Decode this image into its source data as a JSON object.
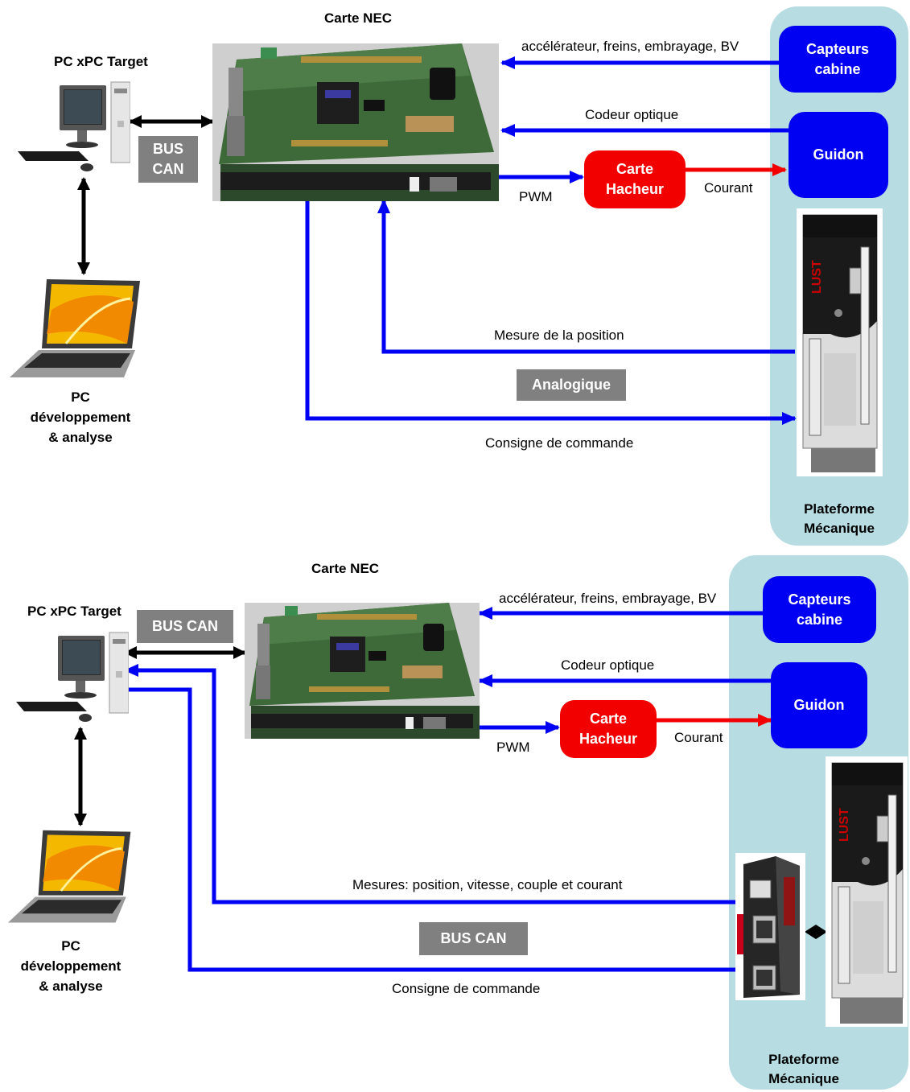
{
  "diagram1": {
    "card_title": "Carte NEC",
    "pc_target_label": "PC xPC Target",
    "bus_can": [
      "BUS",
      "CAN"
    ],
    "pc_dev": [
      "PC",
      "développement",
      "& analyse"
    ],
    "sensors_label": "accélérateur, freins, embrayage, BV",
    "capteurs": [
      "Capteurs",
      "cabine"
    ],
    "codeur": "Codeur optique",
    "guidon": "Guidon",
    "pwm": "PWM",
    "hacheur": [
      "Carte",
      "Hacheur"
    ],
    "courant": "Courant",
    "mesure": "Mesure de la position",
    "analogique": "Analogique",
    "consigne": "Consigne de commande",
    "plateforme": [
      "Plateforme",
      "Mécanique"
    ]
  },
  "diagram2": {
    "card_title": "Carte NEC",
    "pc_target_label": "PC xPC Target",
    "bus_can": "BUS CAN",
    "pc_dev": [
      "PC",
      "développement",
      "& analyse"
    ],
    "sensors_label": "accélérateur, freins, embrayage, BV",
    "capteurs": [
      "Capteurs",
      "cabine"
    ],
    "codeur": "Codeur optique",
    "guidon": "Guidon",
    "pwm": "PWM",
    "hacheur": [
      "Carte",
      "Hacheur"
    ],
    "courant": "Courant",
    "mesures": "Mesures: position, vitesse, couple et courant",
    "bus_can_bottom": "BUS CAN",
    "consigne": "Consigne de commande",
    "plateforme": [
      "Plateforme",
      "Mécanique"
    ]
  },
  "colors": {
    "blue": "#0000f2",
    "red": "#f20000",
    "grey": "#808080",
    "platform": "#b7dde3"
  },
  "icons": [
    "desktop-computer-icon",
    "laptop-icon",
    "nec-board-photo",
    "lust-drive-photo",
    "can-module-photo"
  ]
}
